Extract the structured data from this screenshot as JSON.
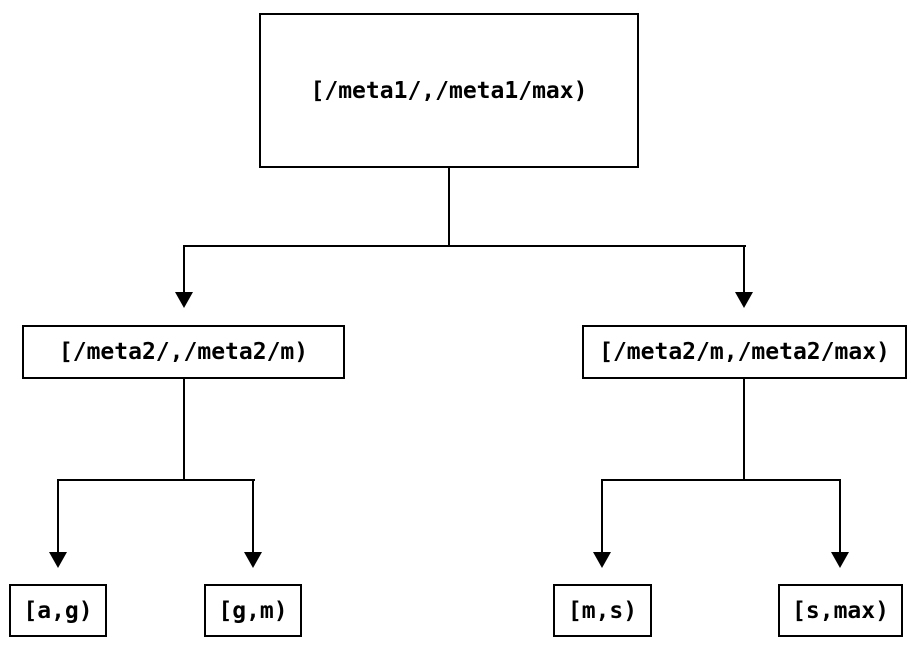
{
  "diagram": {
    "type": "binary-tree",
    "background_color": "#ffffff",
    "line_color": "#000000",
    "text_color": "#000000",
    "nodes": {
      "root": {
        "label": "[/meta1/,/meta1/max)"
      },
      "left": {
        "label": "[/meta2/,/meta2/m)"
      },
      "right": {
        "label": "[/meta2/m,/meta2/max)"
      },
      "left_left": {
        "label": "[a,g)"
      },
      "left_right": {
        "label": "[g,m)"
      },
      "right_left": {
        "label": "[m,s)"
      },
      "right_right": {
        "label": "[s,max)"
      }
    },
    "edges": [
      {
        "from": "root",
        "to": "left"
      },
      {
        "from": "root",
        "to": "right"
      },
      {
        "from": "left",
        "to": "left_left"
      },
      {
        "from": "left",
        "to": "left_right"
      },
      {
        "from": "right",
        "to": "right_left"
      },
      {
        "from": "right",
        "to": "right_right"
      }
    ]
  }
}
